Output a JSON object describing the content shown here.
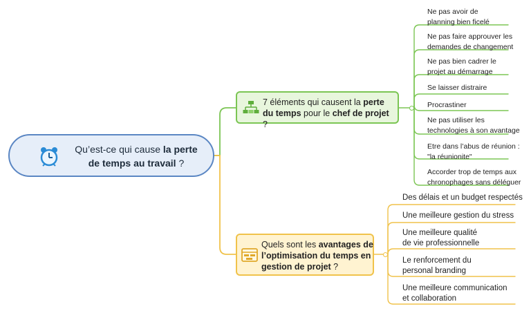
{
  "root": {
    "text": [
      {
        "t": "Qu’est-ce qui cause ",
        "b": false
      },
      {
        "t": "la perte\n",
        "b": true
      },
      {
        "t": "de temps au travail",
        "b": true
      },
      {
        "t": " ?",
        "b": false
      }
    ],
    "icon": "alarm-clock-icon"
  },
  "branches": [
    {
      "id": "causes",
      "icon": "org-chart-icon",
      "color": "#7bc553",
      "text": [
        {
          "t": "7 éléments qui causent la ",
          "b": false
        },
        {
          "t": "perte du temps",
          "b": true
        },
        {
          "t": " pour le ",
          "b": false
        },
        {
          "t": "chef de projet",
          "b": true
        },
        {
          "t": " ?",
          "b": false
        }
      ],
      "leaves": [
        "Ne pas avoir de\nplanning bien ficelé",
        "Ne pas faire approuver les\ndemandes de changement",
        "Ne pas bien cadrer le\nprojet au démarrage",
        "Se laisser distraire",
        "Procrastiner",
        "Ne pas utiliser les\ntechnologies à son avantage",
        "Etre dans l’abus de réunion :\n\"la réunionite\"",
        "Accorder trop de temps aux\nchronophages sans déléguer"
      ]
    },
    {
      "id": "benefits",
      "icon": "gantt-calendar-icon",
      "color": "#f0c24a",
      "text": [
        {
          "t": "Quels sont les ",
          "b": false
        },
        {
          "t": "avantages de l’optimisation du temps en gestion de projet",
          "b": true
        },
        {
          "t": " ?",
          "b": false
        }
      ],
      "leaves": [
        "Des délais et un budget respectés",
        "Une meilleure gestion du stress",
        "Une meilleure qualité\nde vie professionnelle",
        "Le renforcement du\npersonal branding",
        "Une meilleure communication\net collaboration"
      ]
    }
  ]
}
